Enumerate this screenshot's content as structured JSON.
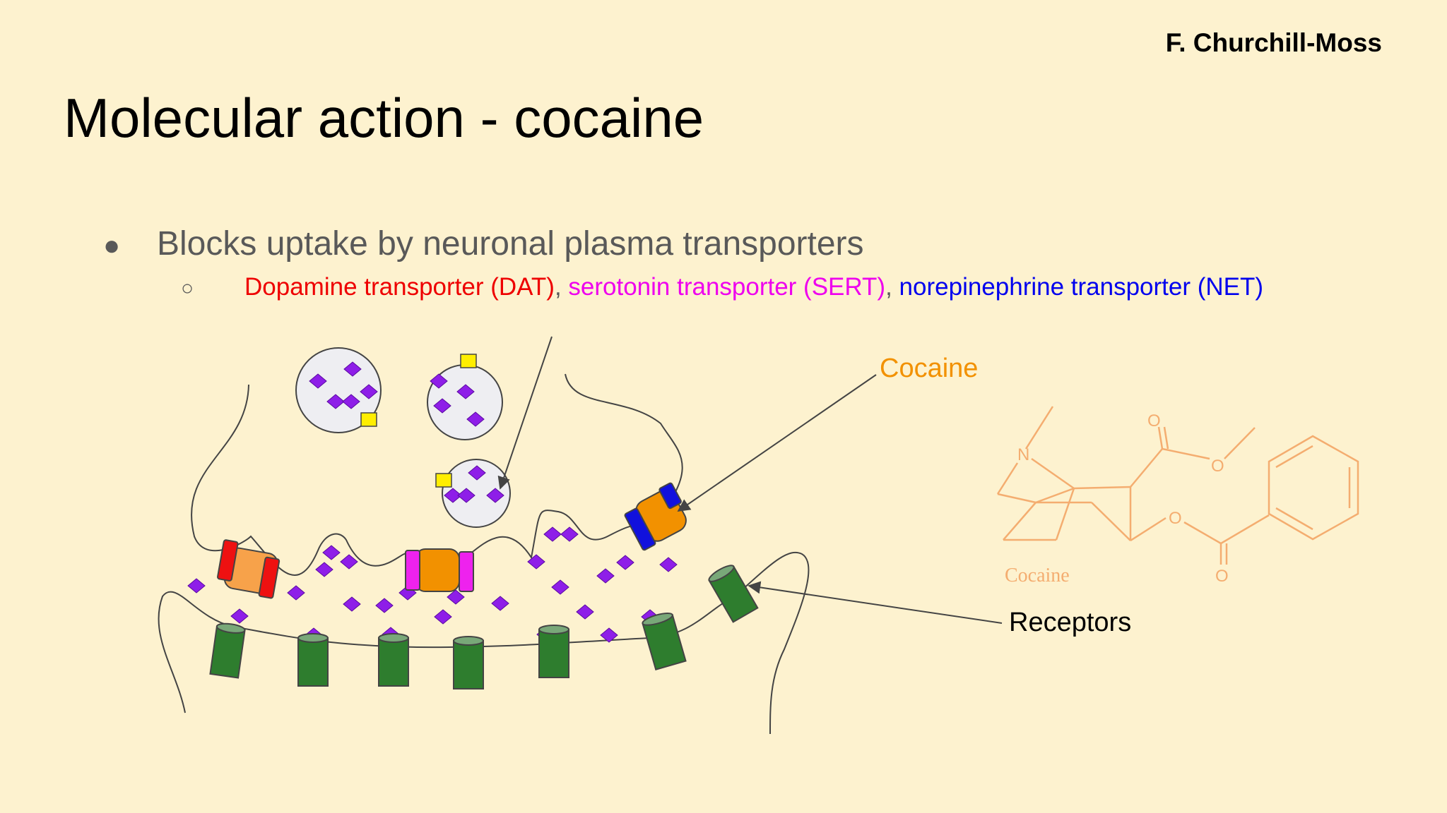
{
  "header": {
    "author": "F. Churchill-Moss",
    "title": "Molecular action - cocaine"
  },
  "bullets": {
    "main": "Blocks uptake by neuronal plasma transporters",
    "sub": [
      {
        "text": "Dopamine transporter  (DAT)",
        "color": "#ee0000"
      },
      {
        "text": ", ",
        "color": "#595959"
      },
      {
        "text": "serotonin transporter (SERT)",
        "color": "#ee00ee"
      },
      {
        "text": ", ",
        "color": "#595959"
      },
      {
        "text": "norepinephrine transporter (NET)",
        "color": "#0000ee"
      }
    ]
  },
  "diagram": {
    "labels": {
      "cocaine": "Cocaine",
      "receptors": "Receptors"
    },
    "structure": {
      "caption": "Cocaine",
      "atoms": {
        "n": "N",
        "o_carbonyl_top": "O",
        "o_ester_top": "O",
        "o_ester_bottom": "O",
        "o_carbonyl_bottom": "O"
      }
    },
    "colors": {
      "dat": "#ee1111",
      "sert": "#ee22ee",
      "net": "#1111dd",
      "cocaine": "#f29100",
      "transporter_core": "#f7a24a",
      "receptor": "#2e7d2e",
      "receptor_top": "#79a879",
      "neurotransmitter": "#8e1ee8",
      "vesicle": "#eeeef2",
      "tag": "#ffee00",
      "structure": "#f4ad70"
    }
  }
}
